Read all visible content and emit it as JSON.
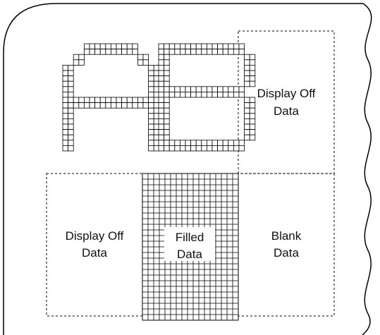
{
  "colors": {
    "ink": "#000000",
    "grid": "#000000",
    "background": "#ffffff"
  },
  "regions": {
    "top_right": {
      "line1": "Display Off",
      "line2": "Data"
    },
    "bottom_left": {
      "line1": "Display Off",
      "line2": "Data"
    },
    "bottom_middle": {
      "line1": "Filled",
      "line2": "Data"
    },
    "bottom_right": {
      "line1": "Blank",
      "line2": "Data"
    }
  },
  "glyphs": {
    "A": [
      "..XXXXX..",
      ".X.....X.",
      "X.......X",
      "X.......X",
      "X.......X",
      "XXXXXXXXX",
      "X.......X",
      "X.......X",
      "X.......X",
      "X.......X"
    ],
    "B": [
      "XXXXXXXX.",
      "X.......X",
      "X.......X",
      "X.......X",
      "XXXXXXXX.",
      "X.......X",
      "X.......X",
      "X.......X",
      "X.......X",
      "XXXXXXXX."
    ]
  }
}
